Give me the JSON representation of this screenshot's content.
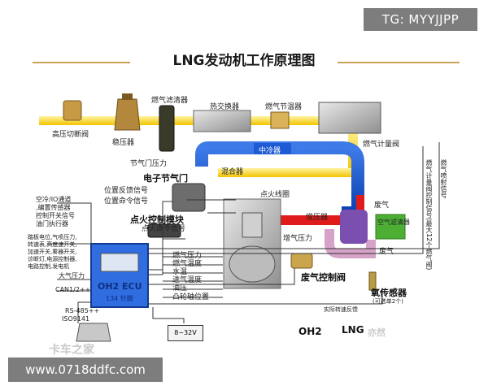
{
  "watermark_tag": "TG: MYYJJPP",
  "title": "LNG发动机工作原理图",
  "components": {
    "hp_valve": "高压切断阀",
    "regulator": "稳压器",
    "gas_filter": "燃气滤清器",
    "heat_exchanger": "热交换器",
    "gas_thermostat": "燃气节温器",
    "gas_metering_valve": "燃气计量阀",
    "intercooler": "中冷器",
    "throttle_pressure": "节气门压力",
    "mixer": "混合器",
    "electronic_throttle": "电子节气门",
    "ignition_coil": "点火线圈",
    "ignition_module": "点火控制模块",
    "supercharger": "增压器",
    "air_filter": "空气滤清器",
    "exhaust": "废气",
    "exhaust_pressure": "增气压力",
    "wastegate_valve": "废气控制阀",
    "oxygen_sensor": "氧传感器",
    "oxygen_sensor_sub": "(可选单2个)",
    "ecu_name": "OH2 ECU",
    "ecu_sub": "134 针脚",
    "oh2": "OH2",
    "lng": "LNG",
    "battery": "8~32V"
  },
  "signals": {
    "pos_feedback": "位置反馈信号",
    "pos_command": "位置命令信号",
    "ignition_cmd": "点火命令信号",
    "gas_pressure": "燃气压力",
    "gas_temp": "燃气温度",
    "water_temp": "水温",
    "intake_temp": "进气温度",
    "oil_pressure": "油压",
    "crank_pos": "凸轮轴位置",
    "left_a": "空冷/IO通道",
    "left_b": ",编置传感器",
    "left_c": "控制开关信号",
    "left_d": "油门执行器",
    "left2_a": "踏板电位,气喷压力,",
    "left2_b": "转速表,高度速开关,",
    "left2_c": "加速开关,雾器开关,",
    "left2_d": "诊断灯,电源控制器,",
    "left2_e": "电路控制,发电机",
    "atm_pressure": "大气压力",
    "can": "CAN1/2++",
    "rs485": "RS-485++",
    "iso": "ISO9141",
    "bottom_feedback": "实际转速反馈",
    "right_vertical_1": "燃气计量阀控制信号(最大12个燃气阀)",
    "right_vertical_2": "燃气喷射信号"
  },
  "watermark_bottom": "www.0718ddfc.com",
  "faint_text": "卡车之家",
  "faint_text_2": "亦然"
}
